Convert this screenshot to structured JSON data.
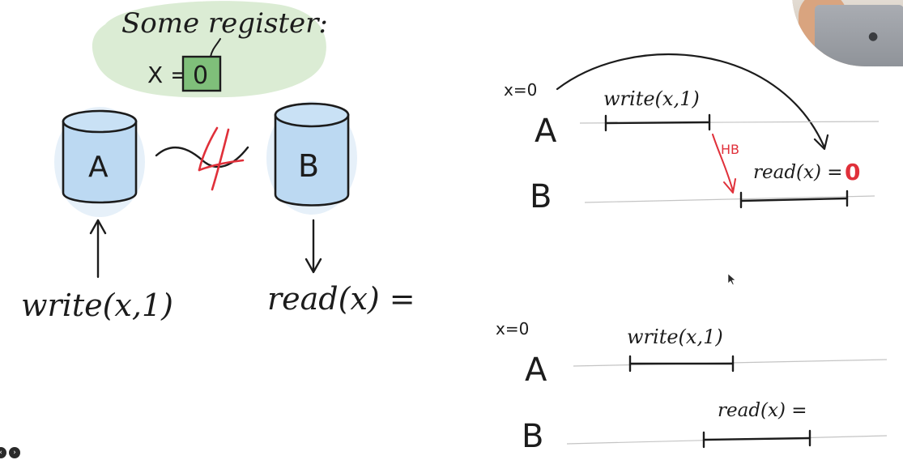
{
  "left_panel": {
    "register_caption": "Some register:",
    "register_var": "X =",
    "register_value": "0",
    "node_a": "A",
    "node_b": "B",
    "write_label": "write(x,1)",
    "read_label": "read(x) ="
  },
  "timeline_top": {
    "init": "x=0",
    "row_a": "A",
    "row_b": "B",
    "write_label": "write(x,1)",
    "hb_label": "HB",
    "read_label": "read(x) =",
    "read_result": "0"
  },
  "timeline_bottom": {
    "init": "x=0",
    "row_a": "A",
    "row_b": "B",
    "write_label": "write(x,1)",
    "read_label": "read(x) ="
  },
  "colors": {
    "ink": "#1c1c1c",
    "accent_red": "#e0303a",
    "cylinder_blue": "#bcd9f2",
    "register_bubble_green": "#d9ebd2",
    "register_box_green": "#7fbf7a"
  },
  "icons": {
    "apple_logo": "apple-icon",
    "prev_control": "prev-icon",
    "next_control": "next-icon"
  }
}
